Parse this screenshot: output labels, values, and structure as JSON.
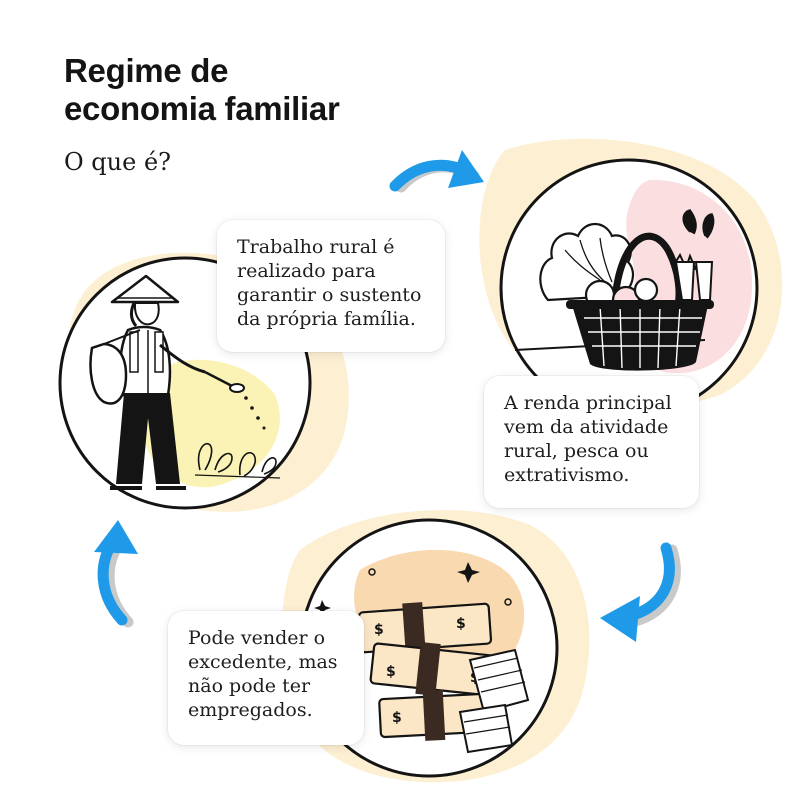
{
  "header": {
    "title_lines": [
      "Regime de",
      "economia familiar"
    ],
    "subtitle": "O que é?"
  },
  "cards": [
    {
      "lines": [
        "Trabalho rural é",
        "realizado para",
        "garantir o sustento",
        "da própria família."
      ]
    },
    {
      "lines": [
        "A renda principal",
        "vem da atividade",
        "rural, pesca ou",
        "extrativismo."
      ]
    },
    {
      "lines": [
        "Pode vender o",
        "excedente, mas",
        "não pode ter",
        "empregados."
      ]
    }
  ],
  "colors": {
    "arrow": "#1f9ae8",
    "arrow_shadow": "#c9c9c9",
    "blob_yellow": "#fdf0d2",
    "blob_pink": "#fbdfe0",
    "blob_peach": "#f9d9b0",
    "illustration_fill": "#faf3b5",
    "ink": "#141414"
  },
  "icons": [
    "farmer-icon",
    "vegetable-basket-icon",
    "money-stacks-icon",
    "cycle-arrow-icon"
  ]
}
